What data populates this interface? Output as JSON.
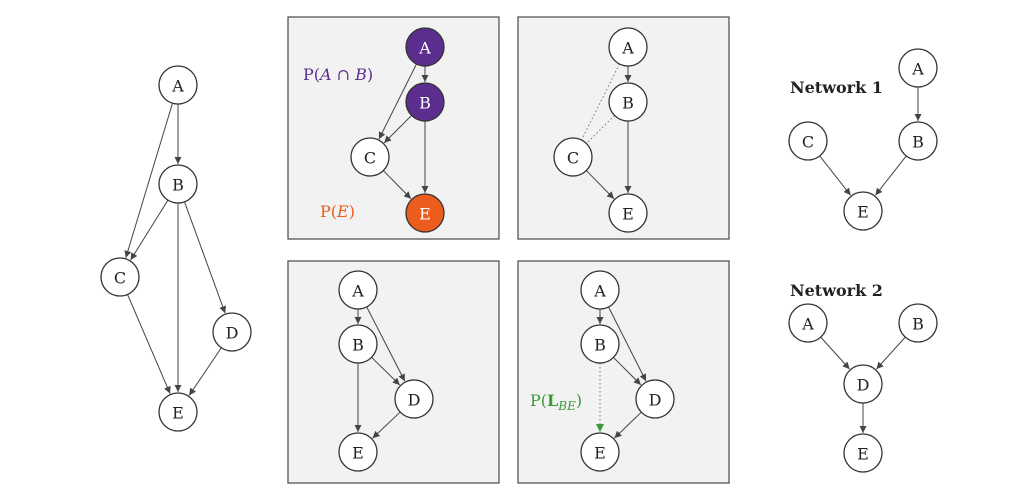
{
  "colors": {
    "purple": "#5b2d8e",
    "orange": "#ec5c1c",
    "green": "#3a9a36",
    "node_stroke": "#333333",
    "edge": "#444444",
    "panel_bg": "#f2f2f2"
  },
  "networks": {
    "network1_title": "Network 1",
    "network2_title": "Network 2"
  },
  "annotations": {
    "p_a_and_b": {
      "prefix": "P(",
      "a": "A",
      "op": " ∩ ",
      "b": "B",
      "suffix": ")"
    },
    "p_e": {
      "prefix": "P(",
      "var": "E",
      "suffix": ")"
    },
    "p_l_be": {
      "prefix": "P(",
      "bold": "L",
      "sub": "BE",
      "suffix": ")"
    }
  },
  "graphs": [
    {
      "id": "full",
      "nodes": [
        {
          "id": "A",
          "label": "A"
        },
        {
          "id": "B",
          "label": "B"
        },
        {
          "id": "C",
          "label": "C"
        },
        {
          "id": "D",
          "label": "D"
        },
        {
          "id": "E",
          "label": "E"
        }
      ],
      "edges": [
        {
          "from": "A",
          "to": "B"
        },
        {
          "from": "A",
          "to": "C"
        },
        {
          "from": "B",
          "to": "C"
        },
        {
          "from": "B",
          "to": "D"
        },
        {
          "from": "B",
          "to": "E"
        },
        {
          "from": "C",
          "to": "E"
        },
        {
          "from": "D",
          "to": "E"
        }
      ]
    },
    {
      "id": "panel1",
      "nodes": [
        {
          "id": "A",
          "label": "A",
          "fill": "purple"
        },
        {
          "id": "B",
          "label": "B",
          "fill": "purple"
        },
        {
          "id": "C",
          "label": "C"
        },
        {
          "id": "E",
          "label": "E",
          "fill": "orange"
        }
      ],
      "edges": [
        {
          "from": "A",
          "to": "B"
        },
        {
          "from": "A",
          "to": "C"
        },
        {
          "from": "B",
          "to": "C"
        },
        {
          "from": "B",
          "to": "E"
        },
        {
          "from": "C",
          "to": "E"
        }
      ]
    },
    {
      "id": "panel2",
      "nodes": [
        {
          "id": "A",
          "label": "A"
        },
        {
          "id": "B",
          "label": "B"
        },
        {
          "id": "C",
          "label": "C"
        },
        {
          "id": "E",
          "label": "E"
        }
      ],
      "edges": [
        {
          "from": "A",
          "to": "B"
        },
        {
          "from": "A",
          "to": "C",
          "style": "dotted"
        },
        {
          "from": "B",
          "to": "C",
          "style": "dotted"
        },
        {
          "from": "B",
          "to": "E"
        },
        {
          "from": "C",
          "to": "E"
        }
      ]
    },
    {
      "id": "panel3",
      "nodes": [
        {
          "id": "A",
          "label": "A"
        },
        {
          "id": "B",
          "label": "B"
        },
        {
          "id": "D",
          "label": "D"
        },
        {
          "id": "E",
          "label": "E"
        }
      ],
      "edges": [
        {
          "from": "A",
          "to": "B"
        },
        {
          "from": "A",
          "to": "D"
        },
        {
          "from": "B",
          "to": "D"
        },
        {
          "from": "B",
          "to": "E"
        },
        {
          "from": "D",
          "to": "E"
        }
      ]
    },
    {
      "id": "panel4",
      "nodes": [
        {
          "id": "A",
          "label": "A"
        },
        {
          "id": "B",
          "label": "B"
        },
        {
          "id": "D",
          "label": "D"
        },
        {
          "id": "E",
          "label": "E"
        }
      ],
      "edges": [
        {
          "from": "A",
          "to": "B"
        },
        {
          "from": "A",
          "to": "D"
        },
        {
          "from": "B",
          "to": "D"
        },
        {
          "from": "B",
          "to": "E",
          "style": "dotted",
          "color": "green"
        },
        {
          "from": "D",
          "to": "E"
        }
      ]
    },
    {
      "id": "network1",
      "nodes": [
        {
          "id": "A",
          "label": "A"
        },
        {
          "id": "B",
          "label": "B"
        },
        {
          "id": "C",
          "label": "C"
        },
        {
          "id": "E",
          "label": "E"
        }
      ],
      "edges": [
        {
          "from": "A",
          "to": "B"
        },
        {
          "from": "C",
          "to": "E"
        },
        {
          "from": "B",
          "to": "E"
        }
      ]
    },
    {
      "id": "network2",
      "nodes": [
        {
          "id": "A",
          "label": "A"
        },
        {
          "id": "B",
          "label": "B"
        },
        {
          "id": "D",
          "label": "D"
        },
        {
          "id": "E",
          "label": "E"
        }
      ],
      "edges": [
        {
          "from": "A",
          "to": "D"
        },
        {
          "from": "B",
          "to": "D"
        },
        {
          "from": "D",
          "to": "E"
        }
      ]
    }
  ]
}
